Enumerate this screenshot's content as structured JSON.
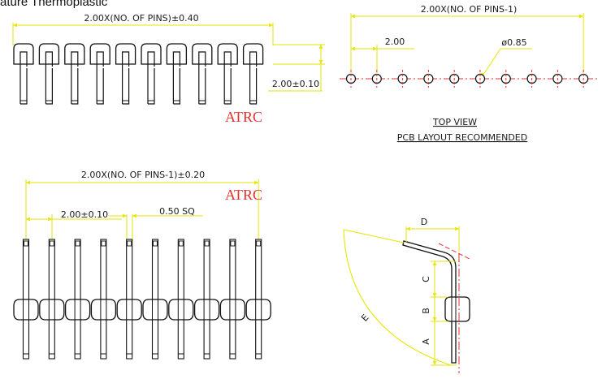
{
  "header": {
    "text": "ature Thermoplastic"
  },
  "colors": {
    "dimension": "#e6e600",
    "outline": "#111111",
    "brand": "#e23030",
    "center": "#e23030"
  },
  "side_view": {
    "overall_label": "2.00X(NO. OF PINS)±0.40",
    "height_label": "2.00±0.10",
    "brand": "ATRC",
    "pin_count": 10
  },
  "top_view": {
    "span_label": "2.00X(NO. OF PINS-1)",
    "pitch_label": "2.00",
    "hole_label": "ø0.85",
    "title": "TOP VIEW",
    "subtitle": "PCB LAYOUT RECOMMENDED",
    "hole_count": 10
  },
  "front_view": {
    "span_label": "2.00X(NO. OF PINS-1)±0.20",
    "pitch_label": "2.00±0.10",
    "pin_label": "0.50 SQ",
    "brand": "ATRC",
    "pin_count": 10
  },
  "profile_view": {
    "labels": {
      "a": "A",
      "b": "B",
      "c": "C",
      "d": "D",
      "e": "E"
    }
  }
}
